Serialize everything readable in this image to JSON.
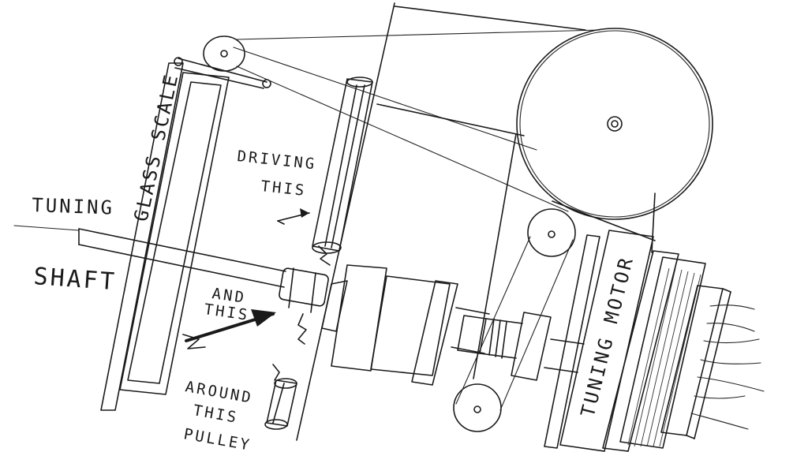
{
  "labels": {
    "tuning": "TUNING",
    "shaft": "SHAFT",
    "glass_scale": "GLASS SCALE",
    "driving": "DRIVING",
    "this_1": "THIS",
    "and": "AND",
    "this_2": "THIS",
    "around": "AROUND",
    "this_3": "THIS",
    "pulley": "PULLEY",
    "tuning_motor": "TUNING MOTOR"
  },
  "colors": {
    "ink": "#1a1a1a",
    "paper": "#ffffff"
  }
}
